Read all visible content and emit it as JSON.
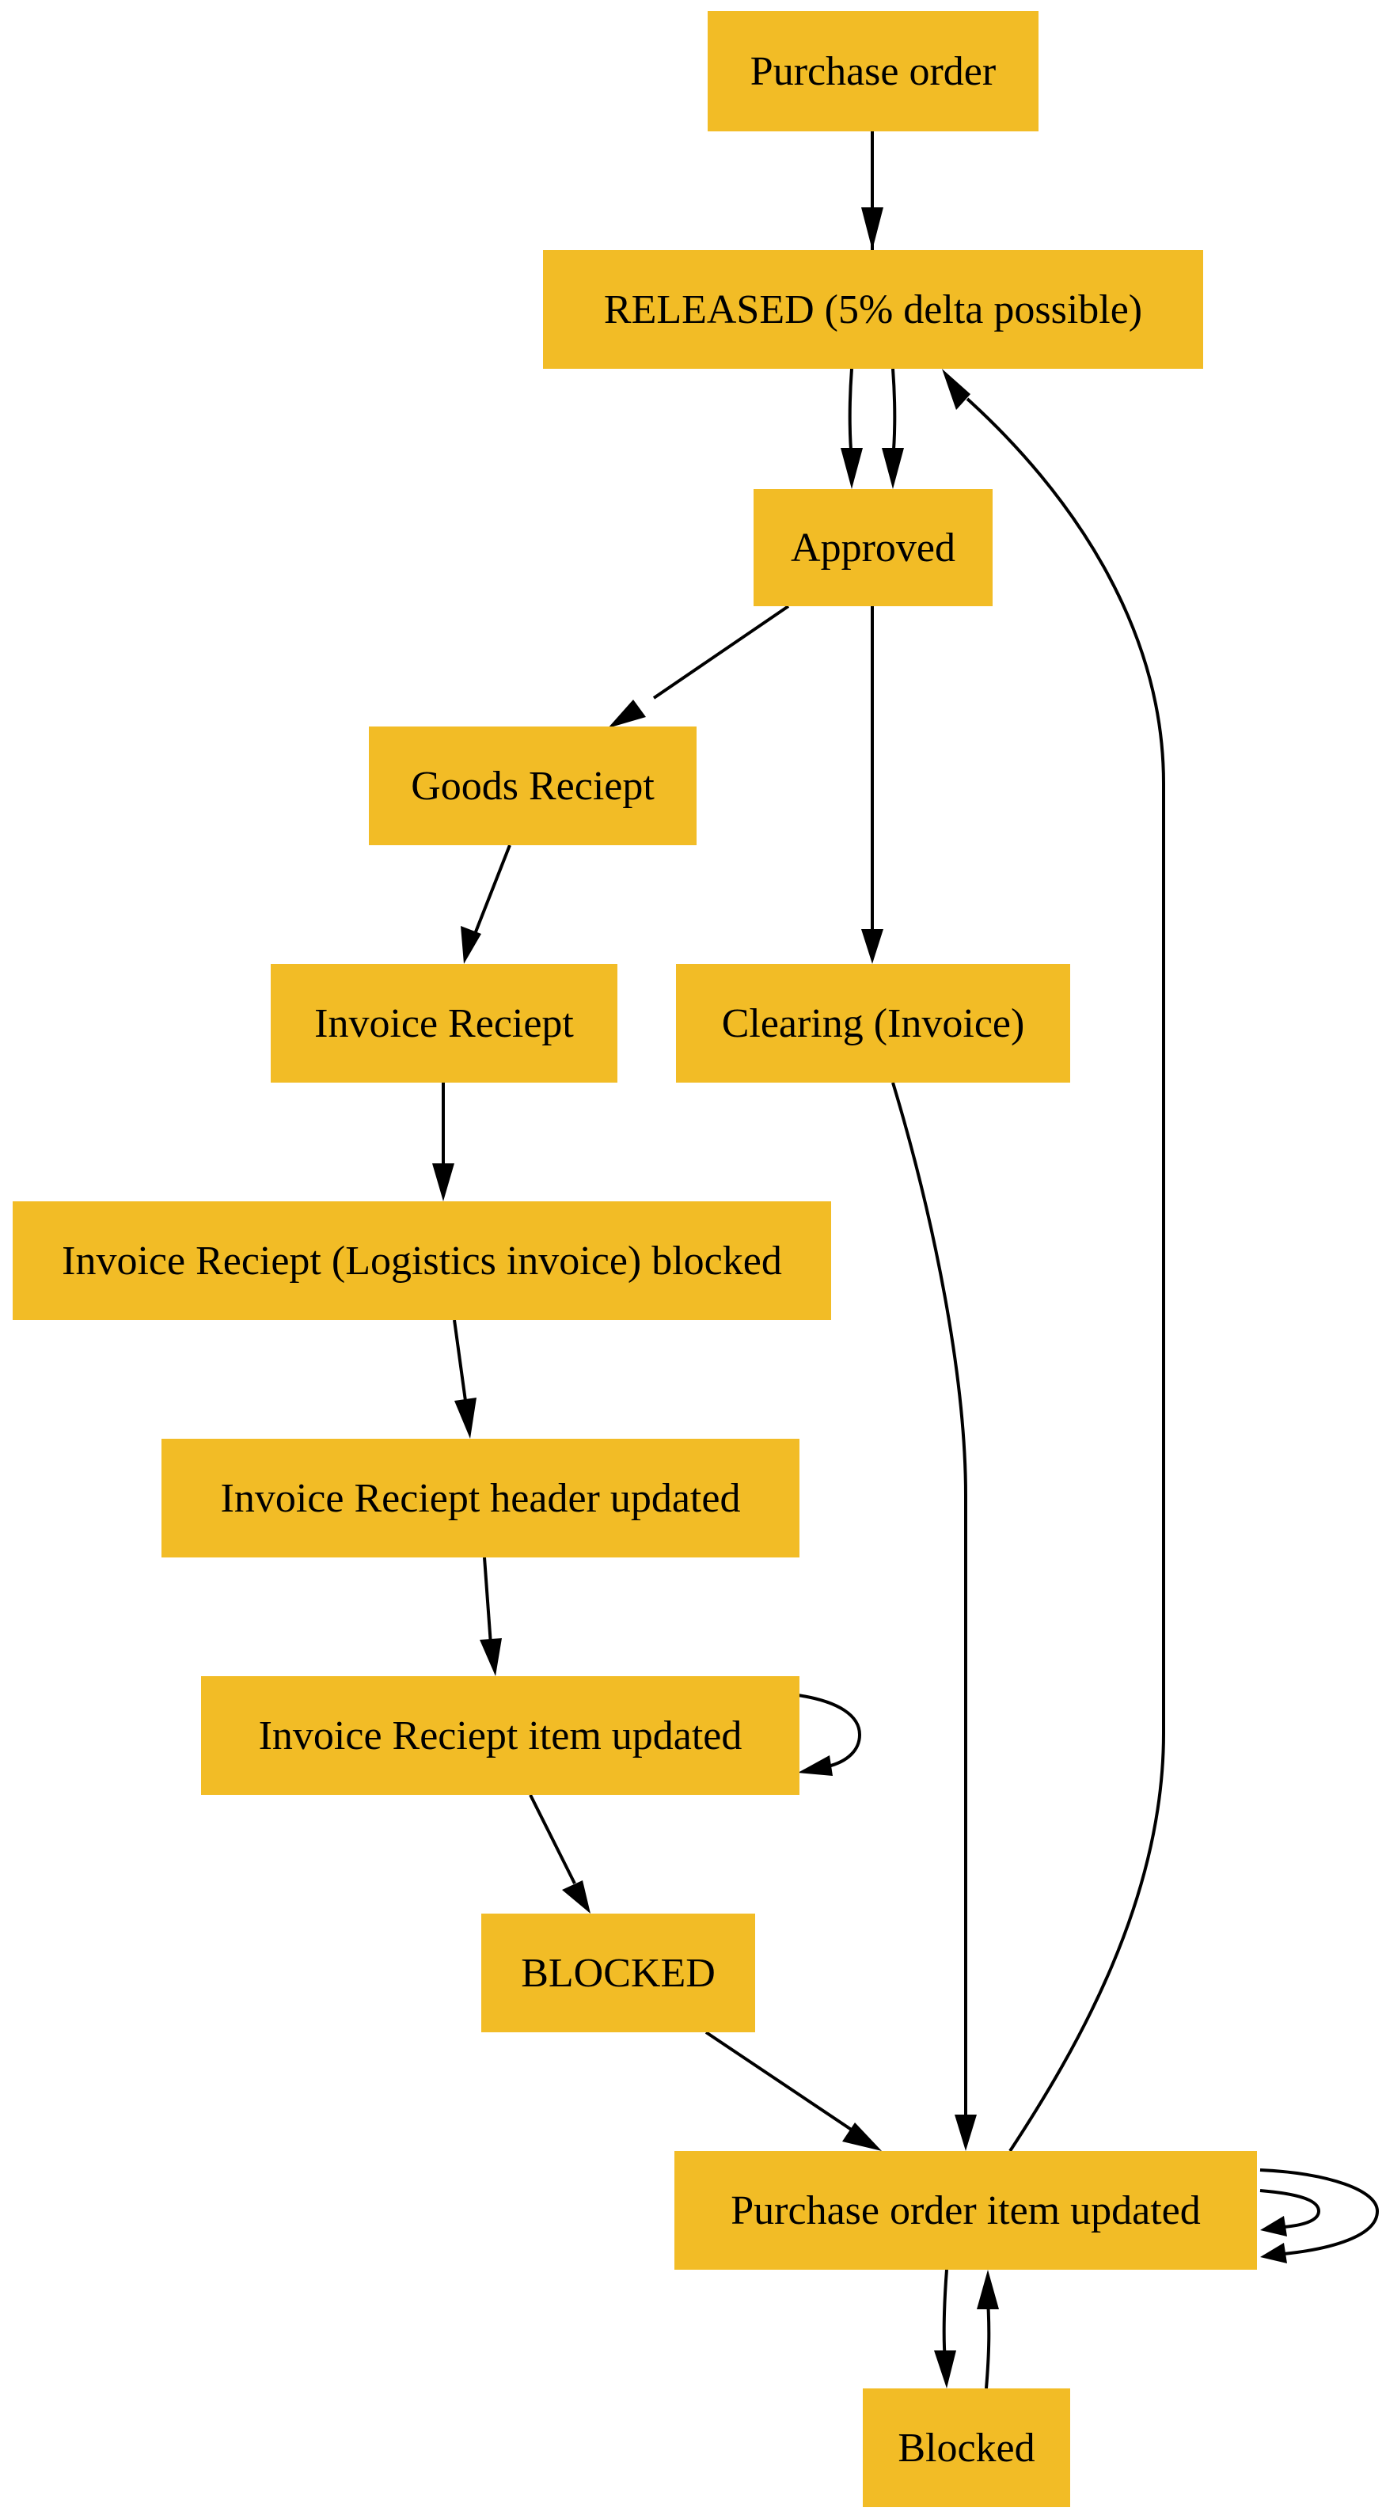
{
  "diagram": {
    "node_color": "#f2bc26",
    "edge_color": "#000000",
    "nodes": {
      "n1": {
        "label": "Purchase order"
      },
      "n2": {
        "label": "RELEASED (5% delta possible)"
      },
      "n3": {
        "label": "Approved"
      },
      "n4": {
        "label": "Goods Reciept"
      },
      "n5": {
        "label": "Invoice Reciept"
      },
      "n6": {
        "label": "Clearing (Invoice)"
      },
      "n7": {
        "label": "Invoice Reciept (Logistics invoice) blocked"
      },
      "n8": {
        "label": "Invoice Reciept header updated"
      },
      "n9": {
        "label": "Invoice Reciept item updated"
      },
      "n10": {
        "label": "BLOCKED"
      },
      "n11": {
        "label": "Purchase order item updated"
      },
      "n12": {
        "label": "Blocked"
      }
    },
    "edges": [
      {
        "from": "n1",
        "to": "n2"
      },
      {
        "from": "n2",
        "to": "n3"
      },
      {
        "from": "n2",
        "to": "n3"
      },
      {
        "from": "n3",
        "to": "n4"
      },
      {
        "from": "n3",
        "to": "n6"
      },
      {
        "from": "n4",
        "to": "n5"
      },
      {
        "from": "n5",
        "to": "n7"
      },
      {
        "from": "n7",
        "to": "n8"
      },
      {
        "from": "n8",
        "to": "n9"
      },
      {
        "from": "n9",
        "to": "n9"
      },
      {
        "from": "n9",
        "to": "n10"
      },
      {
        "from": "n10",
        "to": "n11"
      },
      {
        "from": "n6",
        "to": "n11"
      },
      {
        "from": "n11",
        "to": "n2"
      },
      {
        "from": "n11",
        "to": "n11"
      },
      {
        "from": "n11",
        "to": "n11"
      },
      {
        "from": "n11",
        "to": "n12"
      },
      {
        "from": "n12",
        "to": "n11"
      }
    ]
  }
}
